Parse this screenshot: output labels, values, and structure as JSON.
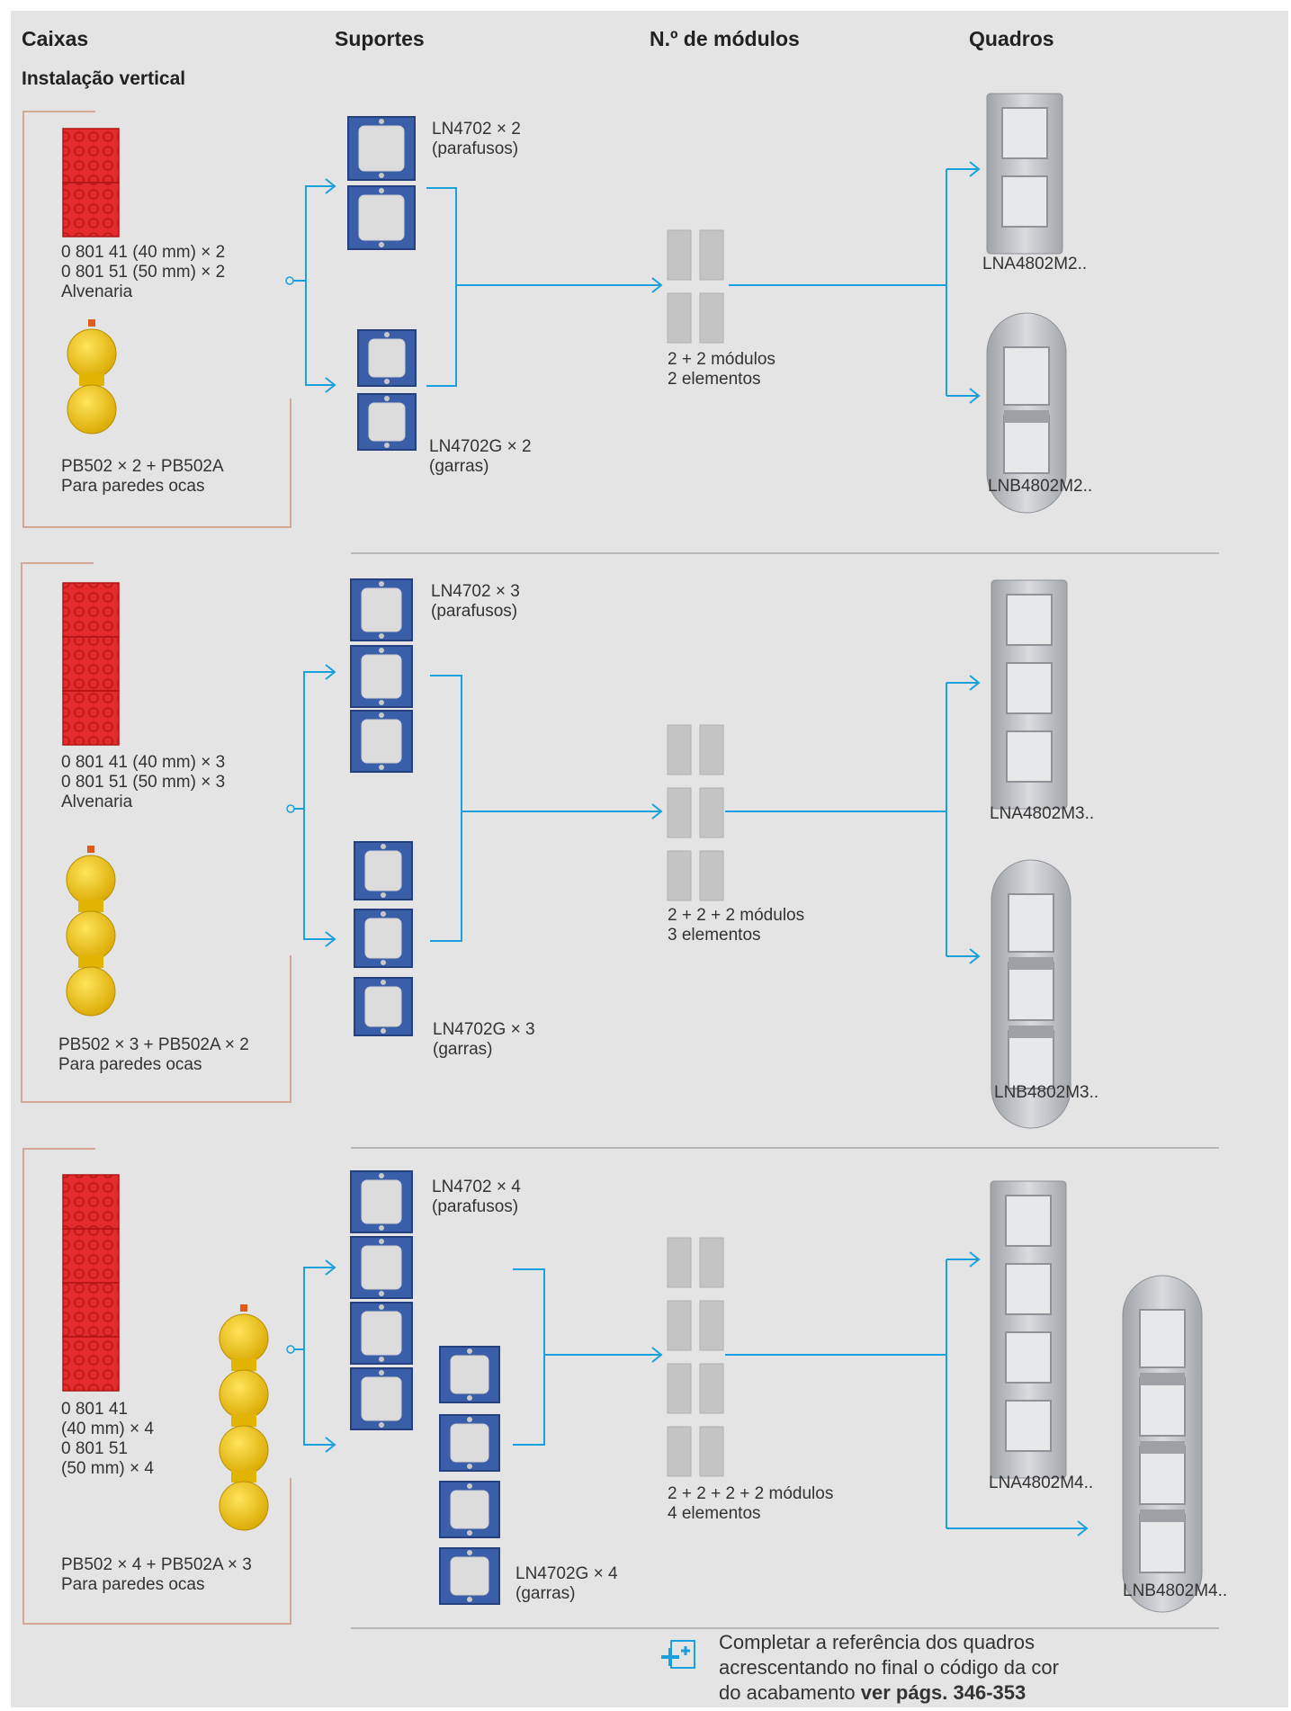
{
  "headers": {
    "boxes": "Caixas",
    "supports": "Suportes",
    "modules": "N.º de módulos",
    "frames": "Quadros",
    "subtitle": "Instalação vertical"
  },
  "rows": [
    {
      "masonry_line1": "0 801 41 (40 mm) × 2",
      "masonry_line2": "0 801 51 (50 mm) × 2",
      "masonry_line3": "Alvenaria",
      "hollow_line1": "PB502 × 2 + PB502A",
      "hollow_line2": "Para paredes ocas",
      "screw_support": "LN4702 × 2",
      "screw_note": "(parafusos)",
      "claw_support": "LN4702G × 2",
      "claw_note": "(garras)",
      "modules": "2 + 2 módulos",
      "elements": "2 elementos",
      "frame_a": "LNA4802M2..",
      "frame_b": "LNB4802M2.."
    },
    {
      "masonry_line1": "0 801 41 (40 mm) × 3",
      "masonry_line2": "0 801 51 (50 mm) × 3",
      "masonry_line3": "Alvenaria",
      "hollow_line1": "PB502 × 3 + PB502A × 2",
      "hollow_line2": "Para paredes ocas",
      "screw_support": "LN4702 × 3",
      "screw_note": "(parafusos)",
      "claw_support": "LN4702G × 3",
      "claw_note": "(garras)",
      "modules": "2 + 2 + 2 módulos",
      "elements": "3 elementos",
      "frame_a": "LNA4802M3..",
      "frame_b": "LNB4802M3.."
    },
    {
      "masonry_line1": "0 801 41",
      "masonry_line2": "(40 mm) × 4",
      "masonry_line3": "0 801 51",
      "masonry_line4": "(50 mm) × 4",
      "hollow_line1": "PB502 × 4 + PB502A × 3",
      "hollow_line2": "Para paredes ocas",
      "screw_support": "LN4702 × 4",
      "screw_note": "(parafusos)",
      "claw_support": "LN4702G × 4",
      "claw_note": "(garras)",
      "modules": "2 + 2 + 2 + 2 módulos",
      "elements": "4 elementos",
      "frame_a": "LNA4802M4..",
      "frame_b": "LNB4802M4.."
    }
  ],
  "footnote": {
    "line1": "Completar a referência dos quadros",
    "line2": "acrescentando no final o código da cor",
    "line3_prefix": "do acabamento ",
    "line3_bold": "ver págs. 346-353"
  },
  "colors": {
    "arrow": "#1aa0dc",
    "bracket": "#d4a896",
    "red_box": "#e02a2a",
    "yellow_box": "#f2c81a",
    "support_blue": "#3a5ea8",
    "frame_silver": "#b9bcc0",
    "module_grey": "#c4c4c4"
  },
  "icons": [
    "plus-add-icon"
  ]
}
